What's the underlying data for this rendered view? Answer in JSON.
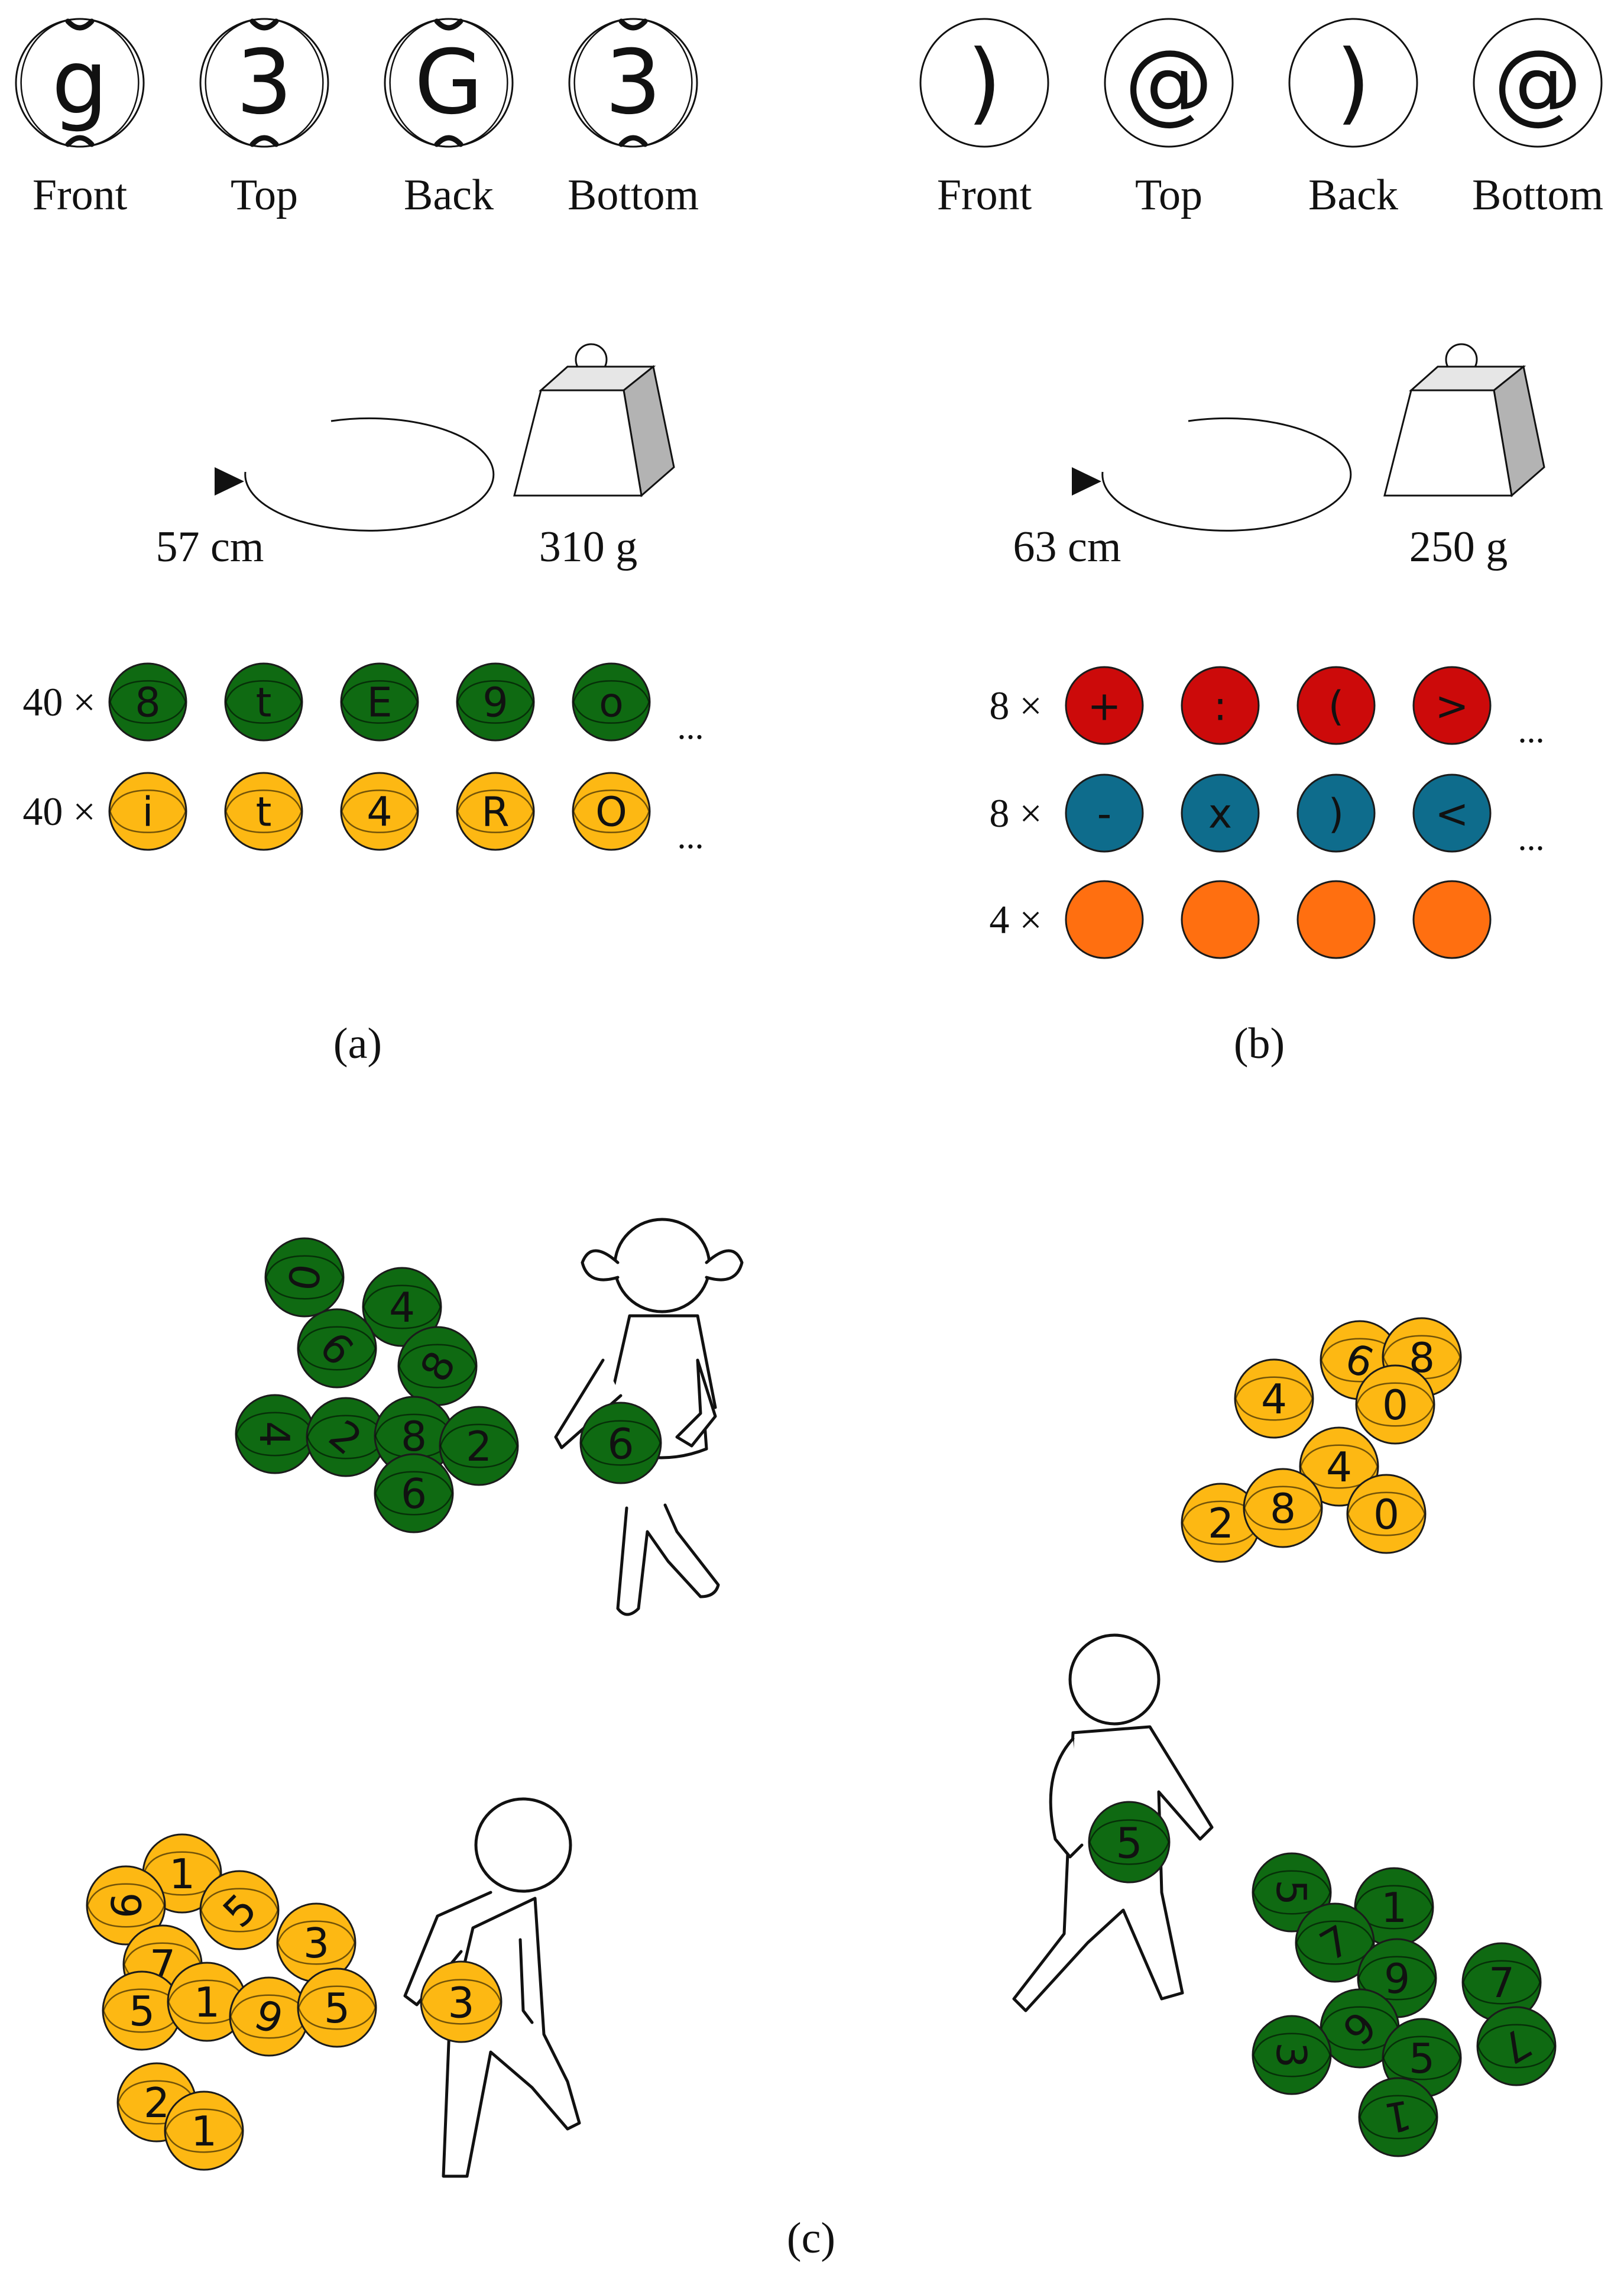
{
  "panel_a": {
    "views": [
      {
        "glyph": "g",
        "label": "Front"
      },
      {
        "glyph": "3",
        "label": "Top"
      },
      {
        "glyph": "G",
        "label": "Back"
      },
      {
        "glyph": "3",
        "label": "Bottom"
      }
    ],
    "circumference": "57 cm",
    "weight": "310 g",
    "rows": [
      {
        "count": "40 ×",
        "color": "#0f6a12",
        "glyphs": [
          "8",
          "t",
          "E",
          "9",
          "o"
        ],
        "ellipsis": "..."
      },
      {
        "count": "40 ×",
        "color": "#fdb813",
        "glyphs": [
          "i",
          "t",
          "4",
          "R",
          "O"
        ],
        "ellipsis": "..."
      }
    ],
    "caption": "(a)"
  },
  "panel_b": {
    "views": [
      {
        "glyph": ")",
        "label": "Front"
      },
      {
        "glyph": "@",
        "label": "Top"
      },
      {
        "glyph": ")",
        "label": "Back"
      },
      {
        "glyph": "@",
        "label": "Bottom"
      }
    ],
    "circumference": "63 cm",
    "weight": "250 g",
    "rows": [
      {
        "count": "8 ×",
        "color": "#cc0a0a",
        "glyphs": [
          "+",
          ":",
          "(",
          ">"
        ],
        "ellipsis": "..."
      },
      {
        "count": "8 ×",
        "color": "#0e6c8c",
        "glyphs": [
          "-",
          "x",
          ")",
          "<"
        ],
        "ellipsis": "..."
      },
      {
        "count": "4 ×",
        "color": "#ff6f10",
        "glyphs": [
          "",
          "",
          "",
          ""
        ],
        "ellipsis": ""
      }
    ],
    "caption": "(b)"
  },
  "panel_c": {
    "caption": "(c)",
    "colors": {
      "green": "#0f6a12",
      "yellow": "#fdb813"
    },
    "groups": [
      {
        "name": "green-pile-top-left",
        "color": "green",
        "balls": [
          "0",
          "4",
          "6",
          "8",
          "4",
          "2",
          "8",
          "2",
          "6"
        ]
      },
      {
        "name": "yellow-pile-top-right",
        "color": "yellow",
        "balls": [
          "6",
          "8",
          "4",
          "0",
          "4",
          "2",
          "8",
          "0"
        ]
      },
      {
        "name": "yellow-pile-bottom-left",
        "color": "yellow",
        "balls": [
          "1",
          "9",
          "5",
          "3",
          "7",
          "5",
          "1",
          "9",
          "5",
          "2",
          "1"
        ]
      },
      {
        "name": "green-pile-bottom-right",
        "color": "green",
        "balls": [
          "5",
          "1",
          "7",
          "9",
          "7",
          "9",
          "3",
          "5",
          "7",
          "1"
        ]
      }
    ],
    "held_balls": [
      {
        "name": "girl-held-ball",
        "color": "green",
        "glyph": "6"
      },
      {
        "name": "boy-left-held-ball",
        "color": "yellow",
        "glyph": "3"
      },
      {
        "name": "boy-right-held-ball",
        "color": "green",
        "glyph": "5"
      }
    ]
  }
}
